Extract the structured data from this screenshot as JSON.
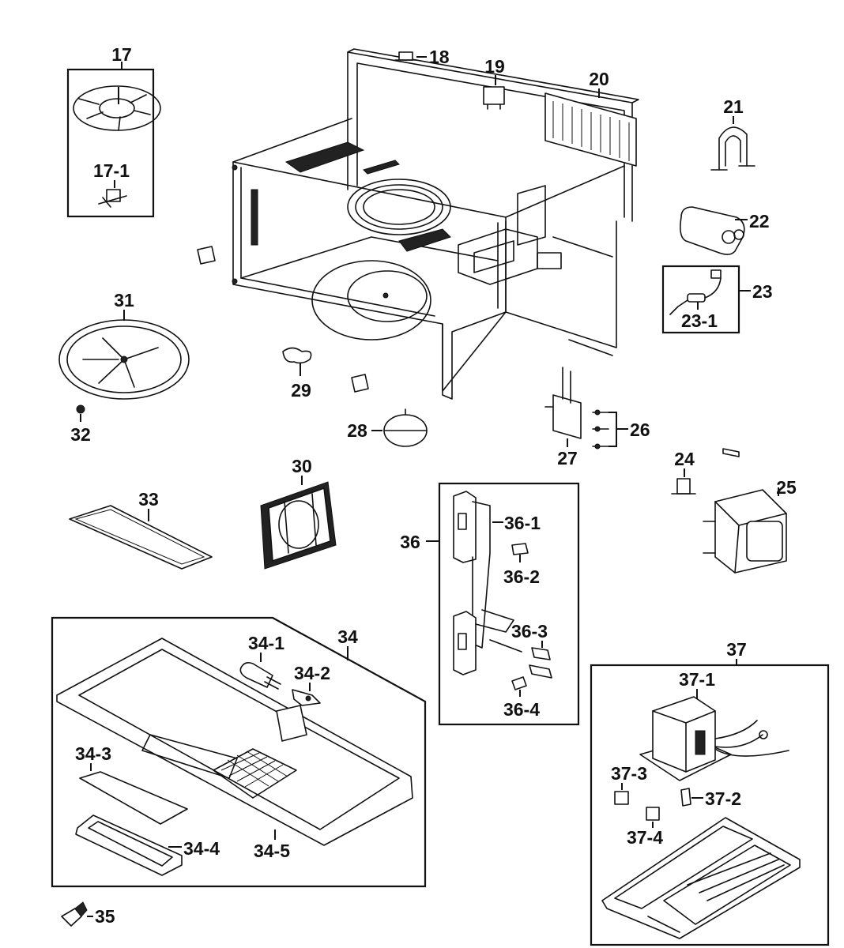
{
  "diagram": {
    "type": "exploded-parts-view",
    "subject": "over-the-range microwave oven assembly",
    "callouts": {
      "c17": "17",
      "c17_1": "17-1",
      "c18": "18",
      "c19": "19",
      "c20": "20",
      "c21": "21",
      "c22": "22",
      "c23": "23",
      "c23_1": "23-1",
      "c24": "24",
      "c25": "25",
      "c26": "26",
      "c27": "27",
      "c28": "28",
      "c29": "29",
      "c30": "30",
      "c31": "31",
      "c32": "32",
      "c33": "33",
      "c34": "34",
      "c34_1": "34-1",
      "c34_2": "34-2",
      "c34_3": "34-3",
      "c34_4": "34-4",
      "c34_5": "34-5",
      "c35": "35",
      "c36": "36",
      "c36_1": "36-1",
      "c36_2": "36-2",
      "c36_3": "36-3",
      "c36_4": "36-4",
      "c37": "37",
      "c37_1": "37-1",
      "c37_2": "37-2",
      "c37_3": "37-3",
      "c37_4": "37-4"
    },
    "groups": [
      {
        "id": "17",
        "members": [
          "17",
          "17-1"
        ]
      },
      {
        "id": "23",
        "members": [
          "23-1"
        ]
      },
      {
        "id": "34",
        "members": [
          "34-1",
          "34-2",
          "34-3",
          "34-4",
          "34-5"
        ]
      },
      {
        "id": "36",
        "members": [
          "36-1",
          "36-2",
          "36-3",
          "36-4"
        ]
      },
      {
        "id": "37",
        "members": [
          "37-1",
          "37-2",
          "37-3",
          "37-4"
        ]
      }
    ]
  }
}
